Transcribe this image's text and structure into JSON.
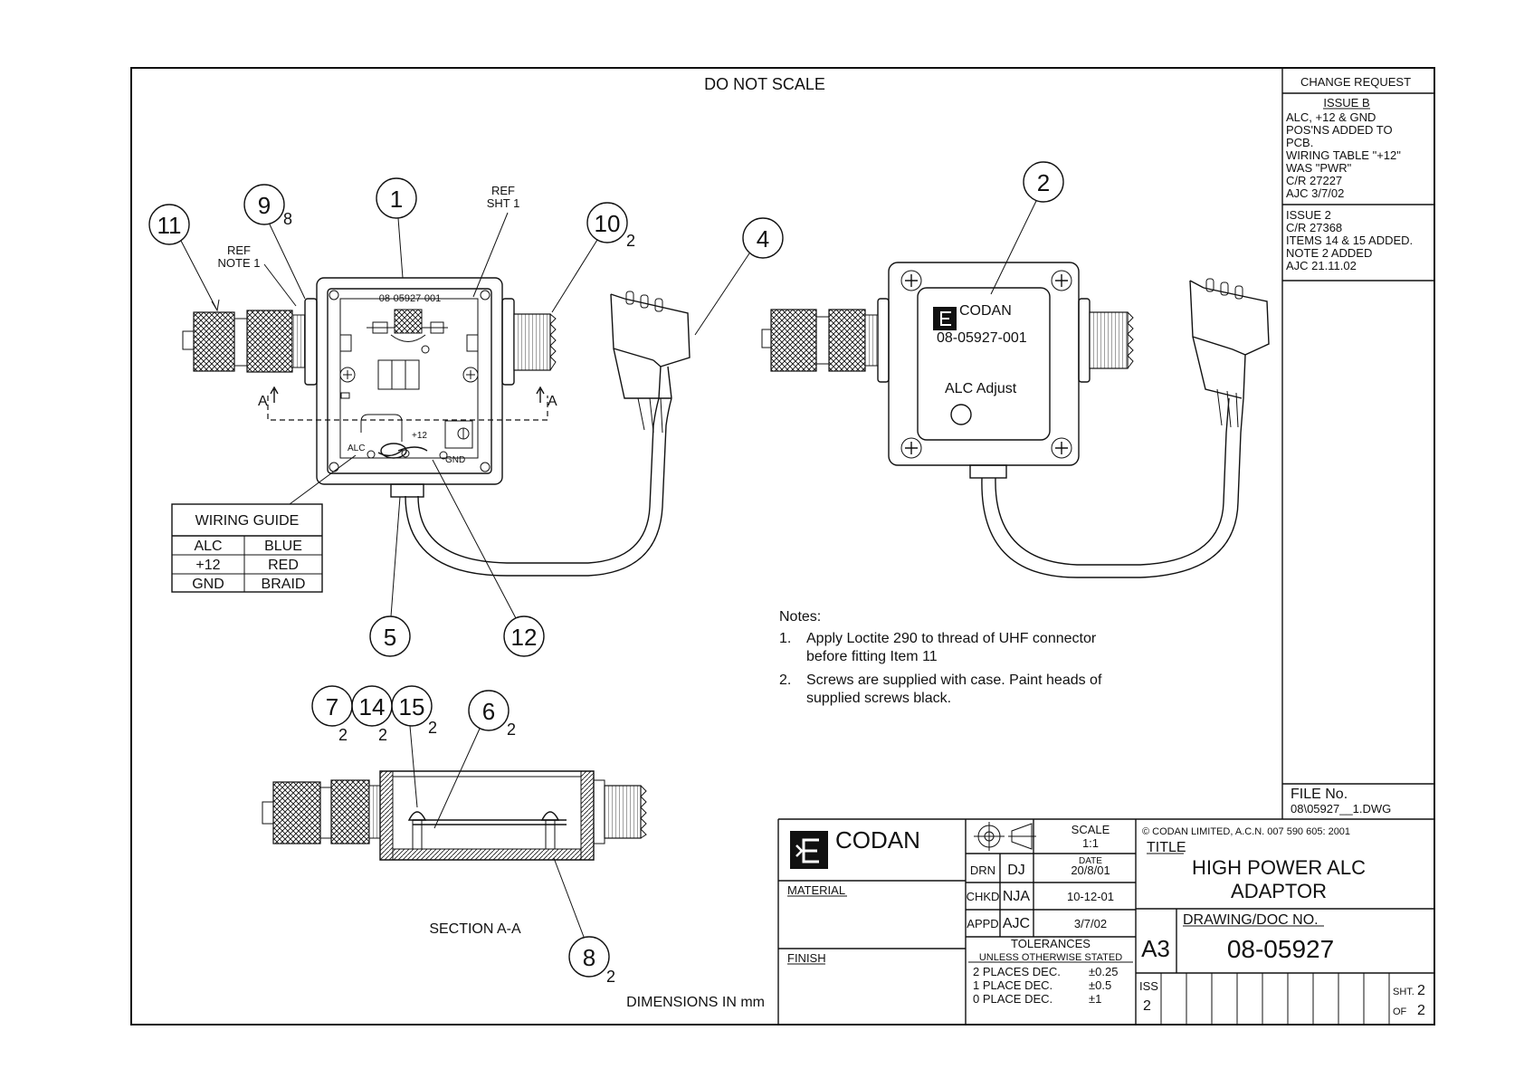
{
  "header": {
    "do_not_scale": "DO NOT SCALE"
  },
  "change_request": {
    "title": "CHANGE REQUEST",
    "issue_b": {
      "heading": "ISSUE B",
      "lines": [
        "ALC, +12 & GND",
        "POS'NS ADDED TO",
        "PCB.",
        "WIRING TABLE \"+12\"",
        "WAS \"PWR\"",
        "C/R 27227",
        "AJC 3/7/02"
      ]
    },
    "issue_2": {
      "lines": [
        "ISSUE 2",
        "C/R 27368",
        "ITEMS 14 & 15 ADDED.",
        "NOTE 2 ADDED",
        "AJC   21.11.02"
      ]
    },
    "file": {
      "label": "FILE No.",
      "value": "08\\05927__1.DWG"
    }
  },
  "balloons": {
    "b1": "1",
    "b2": "2",
    "b4": "4",
    "b5": "5",
    "b6": "6",
    "b7": "7",
    "b8": "8",
    "b9": "9",
    "b10": "10",
    "b11": "11",
    "b12": "12",
    "b14": "14",
    "b15": "15"
  },
  "quantities": {
    "q9": "8",
    "q10": "2",
    "q6": "2",
    "q7": "2",
    "q14": "2",
    "q15": "2",
    "q8": "2"
  },
  "refs": {
    "ref_note_1": [
      "REF",
      "NOTE 1"
    ],
    "ref_sht_1": [
      "REF",
      "SHT 1"
    ]
  },
  "section_marks": {
    "left": "A",
    "right": "A"
  },
  "pcb": {
    "part_no": "08-05927-001",
    "alc": "ALC",
    "plus12": "+12",
    "gnd": "GND"
  },
  "wiring_guide": {
    "title": "WIRING GUIDE",
    "rows": [
      [
        "ALC",
        "BLUE"
      ],
      [
        "+12",
        "RED"
      ],
      [
        "GND",
        "BRAID"
      ]
    ]
  },
  "front_view": {
    "brand": "CODAN",
    "part_no": "08-05927-001",
    "adjust": "ALC Adjust"
  },
  "notes": {
    "heading": "Notes:",
    "items": [
      {
        "num": "1.",
        "lines": [
          "Apply Loctite 290 to thread of UHF connector",
          "before fitting Item 11"
        ]
      },
      {
        "num": "2.",
        "lines": [
          "Screws are supplied with case. Paint heads of",
          "supplied screws black."
        ]
      }
    ]
  },
  "section_label": "SECTION A-A",
  "dimensions_note": "DIMENSIONS IN mm",
  "title_block": {
    "brand": "CODAN",
    "material_label": "MATERIAL",
    "finish_label": "FINISH",
    "scale_label": "SCALE",
    "scale_value": "1:1",
    "date_label": "DATE",
    "sign_rows": [
      {
        "role": "DRN",
        "who": "DJ",
        "date": "20/8/01"
      },
      {
        "role": "CHKD",
        "who": "NJA",
        "date": "10-12-01"
      },
      {
        "role": "APPD",
        "who": "AJC",
        "date": "3/7/02"
      }
    ],
    "tolerances": {
      "title": "TOLERANCES",
      "subtitle": "UNLESS OTHERWISE STATED",
      "rows": [
        [
          "2 PLACES DEC.",
          "±0.25"
        ],
        [
          "1 PLACE DEC.",
          "±0.5"
        ],
        [
          "0 PLACE DEC.",
          "±1"
        ]
      ]
    },
    "copyright": "© CODAN LIMITED, A.C.N. 007 590 605:   2001",
    "title_label": "TITLE",
    "title_lines": [
      "HIGH POWER ALC",
      "ADAPTOR"
    ],
    "size": "A3",
    "doc_label": "DRAWING/DOC NO.",
    "doc_no": "08-05927",
    "iss_label": "ISS",
    "iss_value": "2",
    "sht_label": "SHT.",
    "sht_value": "2",
    "of_label": "OF",
    "of_value": "2"
  }
}
